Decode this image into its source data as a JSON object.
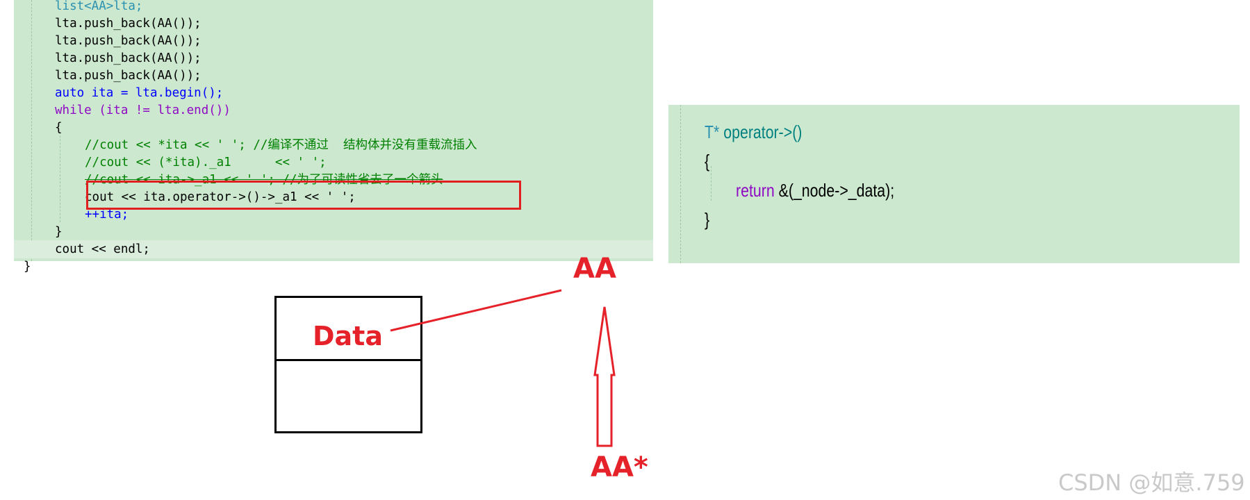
{
  "code": {
    "lines": [
      "list<AA>lta;",
      "lta.push_back(AA());",
      "lta.push_back(AA());",
      "lta.push_back(AA());",
      "lta.push_back(AA());",
      "auto ita = lta.begin();",
      "while (ita != lta.end())",
      "{",
      "//cout << *ita << ' '; //编译不通过  结构体并没有重载流插入",
      "//cout << (*ita)._a1      << ' ';",
      "//cout << ita->_a1 << ' '; //为了可读性省去了一个箭头",
      "cout << ita.operator->()->_a1 << ' ';",
      "++ita;",
      "}",
      "cout << endl;",
      "}"
    ]
  },
  "operator_snippet": {
    "signature_type": "T*",
    "signature_name": " operator->()",
    "open_brace": "{",
    "return_kw": "return",
    "return_expr": " &(_node->_data);",
    "close_brace": "}"
  },
  "diagram": {
    "data_label": "Data",
    "value_label": "AA",
    "pointer_label": "AA*",
    "accent_color": "#e5222a"
  },
  "watermark": "CSDN @如意.759"
}
